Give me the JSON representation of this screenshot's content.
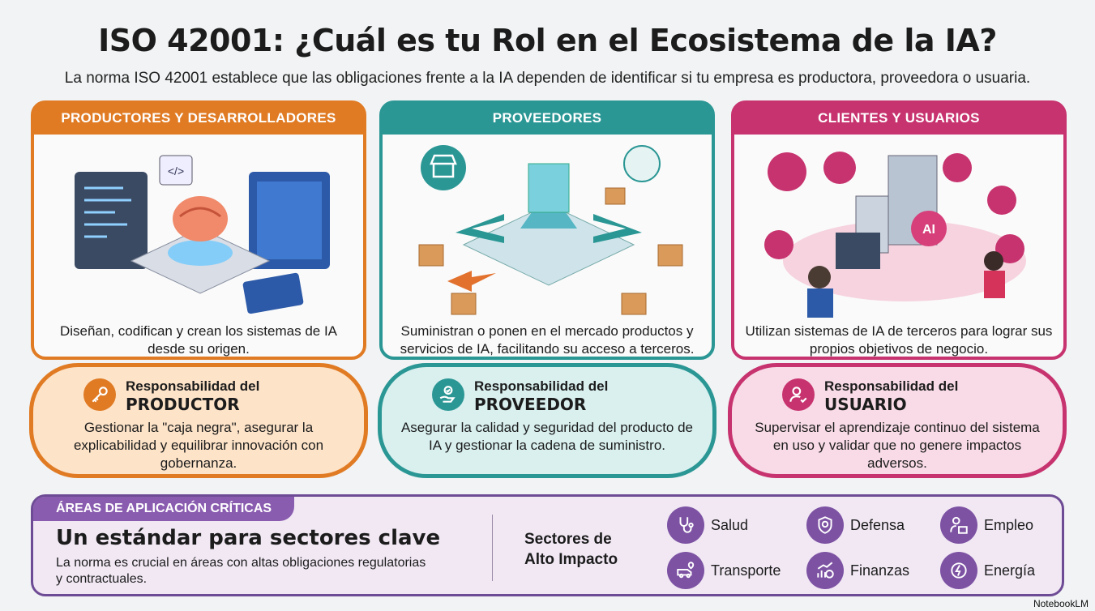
{
  "title": "ISO 42001: ¿Cuál es tu Rol en el Ecosistema de la IA?",
  "subtitle": "La norma ISO 42001 establece que las obligaciones frente a la IA dependen de identificar si tu empresa es productora, proveedora o usuaria.",
  "colors": {
    "orange": "#e07b24",
    "teal": "#2b9795",
    "magenta": "#c7336f",
    "purple": "#7d52a3"
  },
  "cards": [
    {
      "header": "PRODUCTORES Y DESARROLLADORES",
      "desc": "Diseñan, codifican y crean los sistemas de IA desde su origen.",
      "resp_l1": "Responsabilidad del",
      "resp_l2": "PRODUCTOR",
      "resp_text": "Gestionar la \"caja negra\", asegurar la explicabilidad y equilibrar innovación con gobernanza.",
      "icon": "key-icon"
    },
    {
      "header": "PROVEEDORES",
      "desc": "Suministran o ponen en el mercado productos y servicios de IA, facilitando su acceso a terceros.",
      "resp_l1": "Responsabilidad del",
      "resp_l2": "PROVEEDOR",
      "resp_text": "Asegurar la calidad y seguridad del producto de IA y gestionar la cadena de suministro.",
      "icon": "hand-check-icon"
    },
    {
      "header": "CLIENTES Y USUARIOS",
      "desc": "Utilizan sistemas de IA de terceros para lograr sus propios objetivos de negocio.",
      "resp_l1": "Responsabilidad del",
      "resp_l2": "USUARIO",
      "resp_text": "Supervisar el aprendizaje continuo del sistema en uso y validar que no genere impactos adversos.",
      "icon": "user-check-icon"
    }
  ],
  "bottom": {
    "tag": "ÁREAS DE APLICACIÓN CRÍTICAS",
    "heading": "Un estándar para sectores clave",
    "text": "La norma es crucial en áreas con altas obligaciones regulatorias y contractuales.",
    "sectors_title_1": "Sectores de",
    "sectors_title_2": "Alto Impacto",
    "sectors": [
      {
        "label": "Salud",
        "icon": "stethoscope-icon"
      },
      {
        "label": "Defensa",
        "icon": "shield-gear-icon"
      },
      {
        "label": "Empleo",
        "icon": "person-briefcase-icon"
      },
      {
        "label": "Transporte",
        "icon": "van-location-icon"
      },
      {
        "label": "Finanzas",
        "icon": "finance-chart-icon"
      },
      {
        "label": "Energía",
        "icon": "energy-bolt-icon"
      }
    ]
  },
  "brand": "NotebookLM"
}
